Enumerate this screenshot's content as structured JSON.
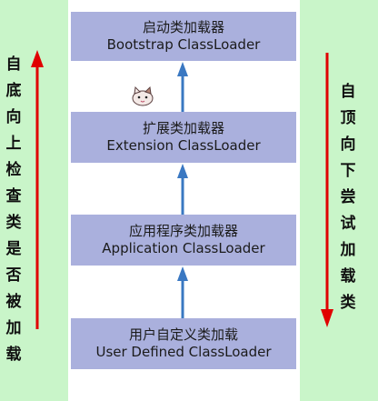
{
  "loaders": [
    {
      "name_cn": "启动类加载器",
      "name_en": "Bootstrap ClassLoader"
    },
    {
      "name_cn": "扩展类加载器",
      "name_en": "Extension ClassLoader"
    },
    {
      "name_cn": "应用程序类加载器",
      "name_en": "Application ClassLoader"
    },
    {
      "name_cn": "用户自定义类加载",
      "name_en": "User Defined ClassLoader"
    }
  ],
  "left_label": [
    "自",
    "底",
    "向",
    "上",
    "检",
    "查",
    "类",
    "是",
    "否",
    "被",
    "加",
    "载"
  ],
  "right_label": [
    "自",
    "顶",
    "向",
    "下",
    "尝",
    "试",
    "加",
    "载",
    "类"
  ],
  "colors": {
    "background": "#c9f5c9",
    "box_fill": "#aab0dd",
    "flow_arrow": "#3a78c2",
    "direction_arrow": "#e00000"
  },
  "icons": [
    "cat-sticker-icon"
  ]
}
